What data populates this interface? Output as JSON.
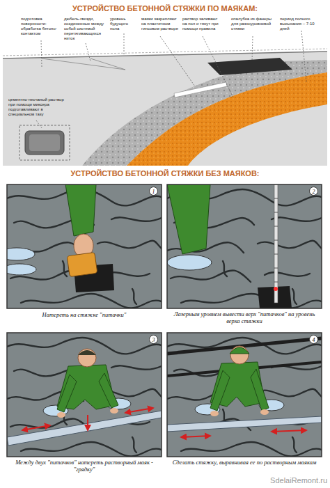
{
  "diagram": {
    "title": "УСТРОЙСТВО БЕТОННОЙ СТЯЖКИ ПО МАЯКАМ:",
    "labels": [
      "подготовка поверхности: обработка бетоно-контактом",
      "дюбель-гвозди, соединенные между собой системой перетягивающихся ниток",
      "уровень будущего пола",
      "маяки закрепляют на пластичном гипсовом растворе",
      "раствор заливают на пол и тянут при помощи правила",
      "опалубка из фанеры для разноуровневой стяжки",
      "период полного высыхания – 7-10 дней",
      "цементно-песчаный раствор при помощи миксера подготавливают в специальном тазу",
      "УСТРОЙСТВО БЕТОННОЙ СТЯЖКИ БЕЗ МАЯКОВ:",
      "1",
      "2",
      "3",
      "4",
      "Натереть на стяжке \"питачки\"",
      "Лазерным уровнем вывести верх \"питачков\" на уровень верха стяжки",
      "Между двух \"питачков\" натереть растворный маяк - \"грядку\"",
      "Сделать стяжку, выравнивая ее по растворным маякам",
      "SdelaiRemont.ru"
    ]
  }
}
